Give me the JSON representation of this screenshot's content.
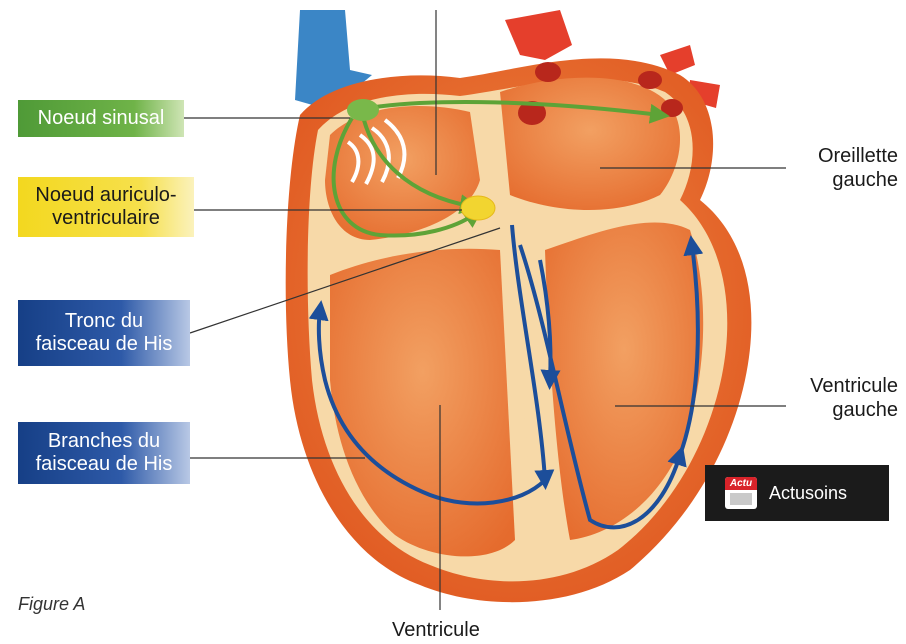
{
  "labels": {
    "noeud_sinusal": "Noeud sinusal",
    "noeud_av": "Noeud auriculo-\nventriculaire",
    "tronc_his": "Tronc du\nfaisceau de His",
    "branches_his": "Branches du\nfaisceau de His",
    "oreillette_gauche": "Oreillette\ngauche",
    "ventricule_gauche": "Ventricule\ngauche",
    "ventricule_bottom": "Ventricule",
    "figure": "Figure A"
  },
  "badge": {
    "name": "Actusoins",
    "logo_text": "Actu"
  },
  "colors": {
    "heart_outer": "#e8622a",
    "heart_inner": "#f0894a",
    "cream": "#f7d9a8",
    "vein": "#3b86c6",
    "artery": "#e53f2c",
    "green_path": "#5ea337",
    "blue_path": "#1c4e9a",
    "node_yellow": "#f2d530"
  }
}
